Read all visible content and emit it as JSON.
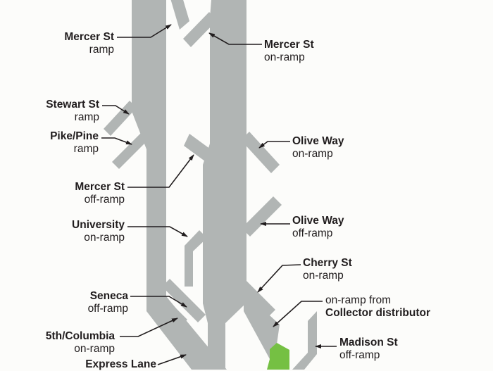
{
  "diagram": {
    "kind": "freeway-ramp-schematic",
    "region_hint": "I-5 express lanes ramp diagram (Seattle street names)"
  },
  "colors": {
    "background": "#fcfcfa",
    "road": "#b1b5b4",
    "express_ramp_green": "#75c043",
    "text": "#211d1e",
    "arrow": "#211d1e"
  },
  "labels": [
    {
      "id": "mercer-st-ramp",
      "title": "Mercer St",
      "sub": "ramp"
    },
    {
      "id": "mercer-st-on-ramp",
      "title": "Mercer St",
      "sub": "on-ramp"
    },
    {
      "id": "stewart-st-ramp",
      "title": "Stewart St",
      "sub": "ramp"
    },
    {
      "id": "pike-pine-ramp",
      "title": "Pike/Pine",
      "sub": "ramp"
    },
    {
      "id": "olive-way-on-ramp",
      "title": "Olive Way",
      "sub": "on-ramp"
    },
    {
      "id": "mercer-st-off-ramp",
      "title": "Mercer St",
      "sub": "off-ramp"
    },
    {
      "id": "university-on-ramp",
      "title": "University",
      "sub": "on-ramp"
    },
    {
      "id": "olive-way-off-ramp",
      "title": "Olive Way",
      "sub": "off-ramp"
    },
    {
      "id": "cherry-st-on-ramp",
      "title": "Cherry St",
      "sub": "on-ramp"
    },
    {
      "id": "collector-distributor",
      "title": "on-ramp from",
      "sub": "Collector distributor"
    },
    {
      "id": "madison-st-off-ramp",
      "title": "Madison St",
      "sub": "off-ramp"
    },
    {
      "id": "seneca-off-ramp",
      "title": "Seneca",
      "sub": "off-ramp"
    },
    {
      "id": "fifth-columbia-on-ramp",
      "title": "5th/Columbia",
      "sub": "on-ramp"
    },
    {
      "id": "express-lane",
      "title": "Express Lane",
      "sub": ""
    }
  ]
}
